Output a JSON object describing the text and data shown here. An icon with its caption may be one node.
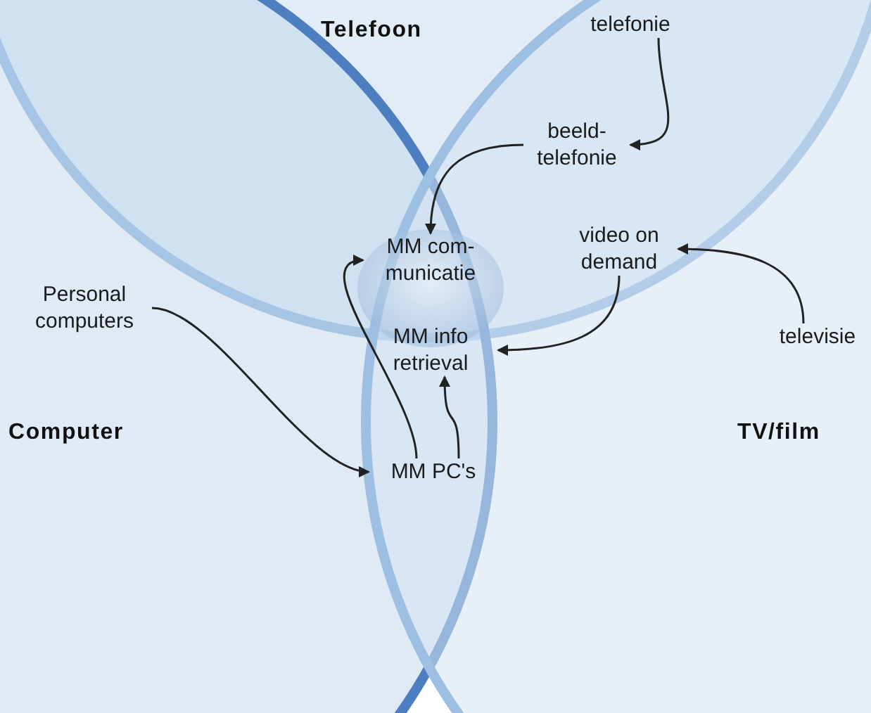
{
  "diagram": {
    "nodes": [
      {
        "text": [
          "telefonie"
        ]
      },
      {
        "text": [
          "beeld- telefonie"
        ]
      },
      {
        "text": [
          "MM com- municatie"
        ]
      },
      {
        "text": [
          "video on demand"
        ]
      },
      {
        "text": [
          "televisie"
        ]
      },
      {
        "text": [
          "Personal computers"
        ]
      },
      {
        "text": [
          "MM info retrieval"
        ]
      },
      {
        "text": [
          "MM PC's"
        ]
      }
    ],
    "edges": [
      {
        "from": 0,
        "to": 1,
        "arrow": "to"
      },
      {
        "from": 1,
        "to": 2,
        "arrow": "to"
      },
      {
        "from": 4,
        "to": 3,
        "arrow": "to"
      },
      {
        "from": 3,
        "to": 6,
        "arrow": "to"
      },
      {
        "from": 5,
        "to": 7,
        "arrow": "to"
      },
      {
        "from": 7,
        "to": 2,
        "arrow": "to"
      },
      {
        "from": 7,
        "to": 6,
        "arrow": "to"
      }
    ],
    "labels": [
      "Telefoon",
      "Computer",
      "TV/film"
    ]
  }
}
